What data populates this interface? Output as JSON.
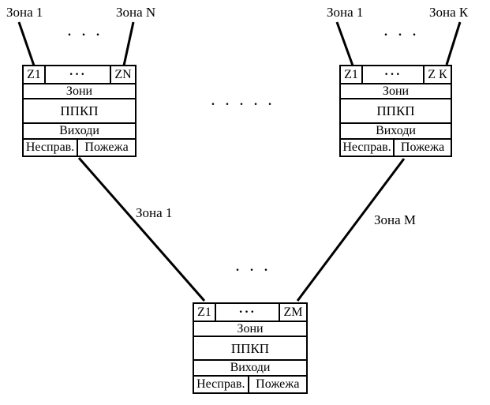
{
  "diagram": {
    "background_color": "#ffffff",
    "line_color": "#000000",
    "top_left_group": {
      "zone_first_label": "Зона 1",
      "zone_last_label": "Зона N",
      "ellipsis": ". . ."
    },
    "top_right_group": {
      "zone_first_label": "Зона 1",
      "zone_last_label": "Зона К",
      "ellipsis": ". . ."
    },
    "middle_ellipsis": ". . . . .",
    "above_bottom_ellipsis": ". . .",
    "links": {
      "left_label": "Зона 1",
      "right_label": "Зона М"
    },
    "panels": [
      {
        "position": "top-left",
        "zone_cells": {
          "first": "Z1",
          "middle": "···",
          "last": "ZN"
        },
        "zones_row": "Зони",
        "title_row": "ППКП",
        "outputs_row": "Виходи",
        "fault_cell": "Несправ.",
        "fire_cell": "Пожежа"
      },
      {
        "position": "top-right",
        "zone_cells": {
          "first": "Z1",
          "middle": "···",
          "last": "Z К"
        },
        "zones_row": "Зони",
        "title_row": "ППКП",
        "outputs_row": "Виходи",
        "fault_cell": "Несправ.",
        "fire_cell": "Пожежа"
      },
      {
        "position": "bottom-center",
        "zone_cells": {
          "first": "Z1",
          "middle": "···",
          "last": "ZM"
        },
        "zones_row": "Зони",
        "title_row": "ППКП",
        "outputs_row": "Виходи",
        "fault_cell": "Несправ.",
        "fire_cell": "Пожежа"
      }
    ]
  }
}
